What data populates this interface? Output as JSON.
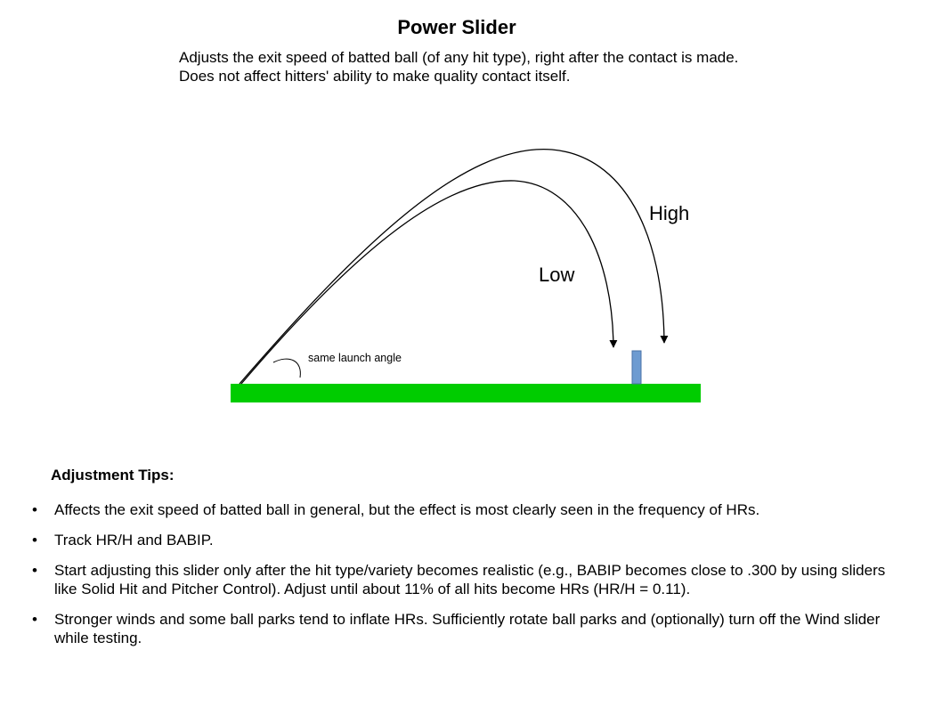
{
  "title": "Power Slider",
  "subtitle": "Adjusts the exit speed of batted ball (of any hit type), right after the contact is made. Does not affect hitters' ability to make quality contact itself.",
  "diagram": {
    "label_high": "High",
    "label_low": "Low",
    "label_launch": "same launch angle",
    "colors": {
      "ground": "#00cc00",
      "fence": "#6d9bd1",
      "trajectory": "#000000"
    }
  },
  "tips": {
    "heading": "Adjustment Tips:",
    "bullet": "•",
    "items": [
      "Affects the exit speed of batted ball in general, but the effect is most clearly seen in the frequency of HRs.",
      "Track HR/H and BABIP.",
      "Start adjusting this slider only after the hit type/variety becomes realistic (e.g., BABIP becomes close to .300 by using sliders like Solid Hit and Pitcher Control). Adjust until about 11% of all hits become HRs (HR/H = 0.11).",
      "Stronger winds and some ball parks tend to inflate HRs. Sufficiently rotate ball parks and (optionally) turn off the Wind slider while testing."
    ]
  }
}
